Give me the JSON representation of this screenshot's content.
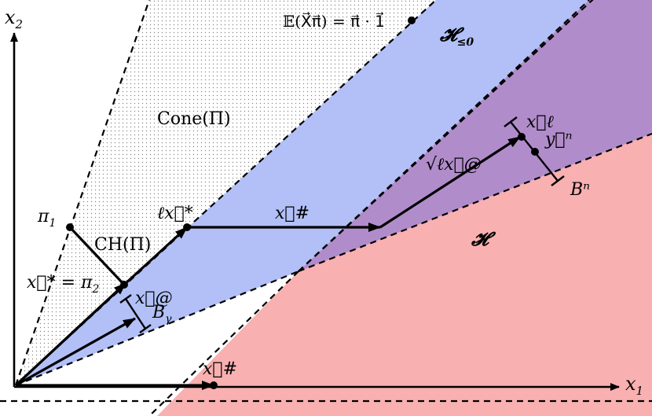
{
  "labels": {
    "x2_axis": "x",
    "x2_sub": "2",
    "x1_axis": "x",
    "x1_sub": "1",
    "cone": "Cone(Π)",
    "ch": "CH(Π)",
    "pi1": "π",
    "pi1_sub": "1",
    "xstar_eq_pi2": "x⃗* = π",
    "pi2_sub": "2",
    "lxstar": "ℓx⃗*",
    "xhash_top": "x⃗#",
    "xhash_bottom": "x⃗#",
    "xat_small": "x⃗@",
    "b_gamma": "B",
    "b_gamma_sub": "γ",
    "sqrt_l_xat": "√ℓx⃗@",
    "x_ell": "x⃗ℓ",
    "y_n": "y⃗ⁿ",
    "b_n": "Bⁿ",
    "h_le0": "𝓗",
    "h_le0_sub": "≤0",
    "h": "𝓗",
    "expectation": "𝔼(X⃗π⃗) = π⃗ · 1⃗"
  },
  "colors": {
    "blue_region": "#b2c0f7",
    "red_region": "#f9b0b0",
    "purple_overlap": "#b18ccb",
    "dots": "#9a9a9a",
    "ink": "#000000"
  }
}
